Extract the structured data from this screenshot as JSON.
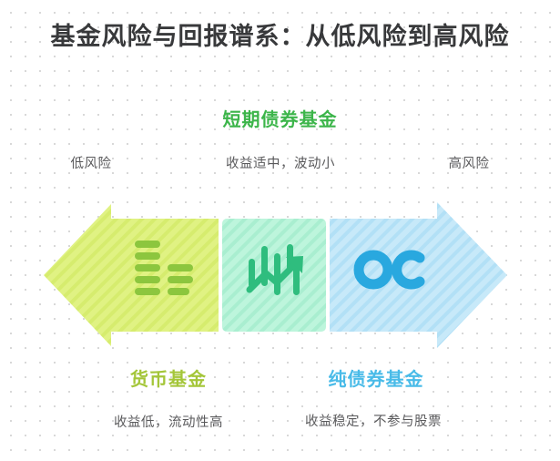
{
  "title": "基金风险与回报谱系：从低风险到高风险",
  "top": {
    "heading": "短期债券基金",
    "low_risk_label": "低风险",
    "middle_caption": "收益适中，波动小",
    "high_risk_label": "高风险"
  },
  "segments": [
    {
      "id": "money-fund",
      "heading": "货币基金",
      "caption": "收益低，流动性高",
      "icon": "bar-list-icon",
      "fill": "#e0f283",
      "stripe": "#d6ec6e",
      "icon_color": "#8cc63e",
      "heading_color": "#a4c639"
    },
    {
      "id": "short-term-bond-fund",
      "heading": "短期债券基金",
      "caption": "收益适中，波动小",
      "icon": "candlestick-trend-up-icon",
      "fill": "#bdf5dc",
      "stripe": "#a9eed0",
      "icon_color": "#2fbd7e",
      "heading_color": "#3cb54a"
    },
    {
      "id": "pure-bond-fund",
      "heading": "纯债券基金",
      "caption": "收益稳定，不参与股票",
      "icon": "oc-letters-icon",
      "fill": "#c7e9f9",
      "stripe": "#b2e0f6",
      "icon_color": "#29a8df",
      "heading_color": "#49bbe8"
    }
  ],
  "bottom": {
    "money_heading": "货币基金",
    "money_caption": "收益低，流动性高",
    "bond_heading": "纯债券基金",
    "bond_caption": "收益稳定，不参与股票"
  },
  "colors": {
    "title": "#38393b",
    "caption": "#5a5a5c",
    "background": "#ffffff",
    "dot": "#d8d8d8"
  }
}
